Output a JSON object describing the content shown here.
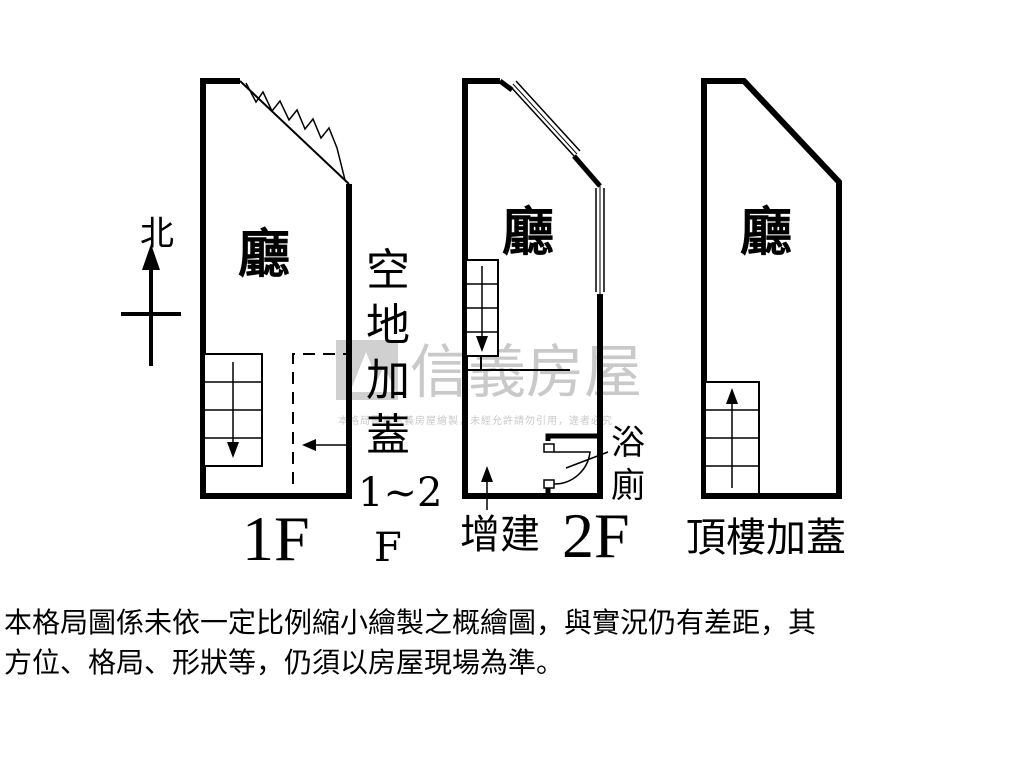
{
  "watermark": {
    "brand": "信義房屋",
    "notice": "本格局圖為信義房屋繪製，未經允許請勿引用，違者必究"
  },
  "compass": {
    "north_label": "北"
  },
  "floors": [
    {
      "room_label": "廳",
      "floor_label": "1F"
    },
    {
      "room_label": "廳",
      "floor_label": "2F",
      "extension_label": "增建",
      "bathroom_label": [
        "浴",
        "廁"
      ]
    },
    {
      "room_label": "廳",
      "floor_label": "頂樓加蓋"
    }
  ],
  "side_annotation": {
    "lines": [
      "空",
      "地",
      "加",
      "蓋"
    ],
    "range_top": "1~2",
    "range_bottom": "F"
  },
  "disclaimer": {
    "line1": "本格局圖係未依一定比例縮小繪製之概繪圖，與實況仍有差距，其",
    "line2": "方位、格局、形狀等，仍須以房屋現場為準。"
  }
}
